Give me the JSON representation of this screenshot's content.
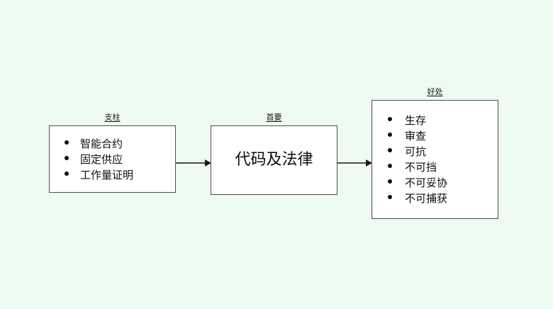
{
  "diagram": {
    "background_color": "#eefbf2",
    "node_fill_color": "#ffffff",
    "node_border_color": "#4d4d4d",
    "connector_color": "#4d4d4d",
    "nodes": [
      {
        "id": "pillars",
        "title": "支柱",
        "items": [
          "智能合约",
          "固定供应",
          "工作量证明"
        ]
      },
      {
        "id": "primary",
        "title": "首要",
        "text": "代码及法律"
      },
      {
        "id": "benefits",
        "title": "好处",
        "items": [
          "生存",
          "审查",
          "可抗",
          "不可挡",
          "不可妥协",
          "不可捕获"
        ]
      }
    ],
    "connectors": [
      {
        "id": "pillars-to-primary",
        "from": "pillars",
        "to": "primary"
      },
      {
        "id": "primary-to-benefits",
        "from": "primary",
        "to": "benefits"
      }
    ]
  }
}
